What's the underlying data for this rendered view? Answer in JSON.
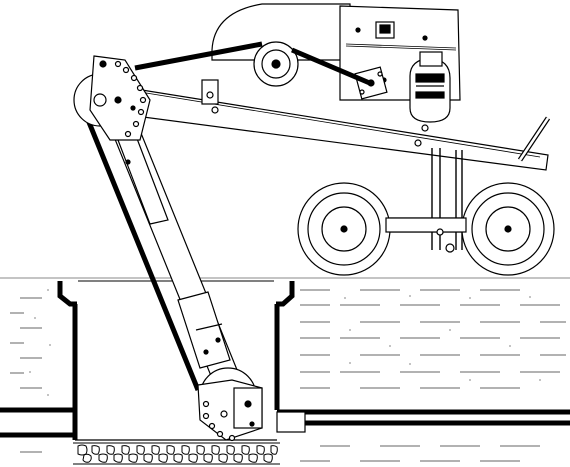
{
  "colors": {
    "background": "#ffffff",
    "line": "#000000",
    "belt": "#000000",
    "ground_dash": "#555555"
  },
  "parts": [
    {
      "id": "machine-body",
      "label": ""
    },
    {
      "id": "arm-boom",
      "label": ""
    },
    {
      "id": "drive-belt",
      "label": ""
    },
    {
      "id": "wheels",
      "label": ""
    },
    {
      "id": "manhole-pit",
      "label": ""
    },
    {
      "id": "pipe",
      "label": ""
    },
    {
      "id": "gravel-bed",
      "label": ""
    }
  ]
}
